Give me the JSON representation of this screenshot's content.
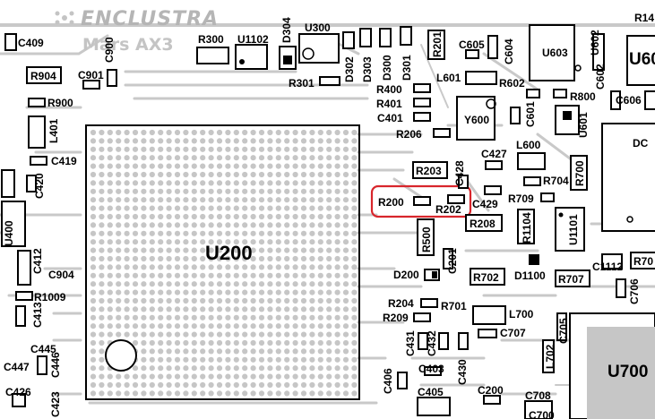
{
  "board": {
    "brand": "ENCLUSTRA",
    "module": "Mars AX3",
    "colors": {
      "background": "#ffffff",
      "silkscreen": "#000000",
      "copper": "#c6c6c6",
      "highlight": "#d8262c"
    }
  },
  "components": {
    "u200": "U200",
    "u700": "U700",
    "u1102": "U1102",
    "u300": "U300",
    "u603": "U603",
    "u602": "U602",
    "u60": "U60",
    "u601": "U601",
    "u1101": "U1101",
    "u400": "U400",
    "y600": "Y600",
    "d304": "D304",
    "d302": "D302",
    "d303": "D303",
    "d300": "D300",
    "d301": "D301",
    "d200": "D200",
    "d1100": "D1100",
    "dc": "DC",
    "l401": "L401",
    "l600": "L600",
    "l601": "L601",
    "l700": "L700",
    "l702": "L702",
    "r300": "R300",
    "r301": "R301",
    "r201": "R201",
    "r904": "R904",
    "r900": "R900",
    "r400": "R400",
    "r401": "R401",
    "r206": "R206",
    "r203": "R203",
    "r200": "R200",
    "r202": "R202",
    "r208": "R208",
    "r500": "R500",
    "r204": "R204",
    "r209": "R209",
    "r701": "R701",
    "r702": "R702",
    "r707": "R707",
    "r70": "R70",
    "r700": "R700",
    "r704": "R704",
    "r709": "R709",
    "r1104": "R1104",
    "r1009": "R1009",
    "r800": "R800",
    "r602": "R602",
    "r14": "R14",
    "c409": "C409",
    "c900": "C900",
    "c901": "C901",
    "c419": "C419",
    "c420": "C420",
    "c412": "C412",
    "c904": "C904",
    "c413": "C413",
    "c445": "C445",
    "c447": "C447",
    "c446": "C446",
    "c426": "C426",
    "c423": "C423",
    "c605": "C605",
    "c604": "C604",
    "c401": "C401",
    "c427": "C427",
    "c428": "C428",
    "c429": "C429",
    "c201": "C201",
    "c431": "C431",
    "c432": "C432",
    "c430": "C430",
    "c403": "C403",
    "c405": "C405",
    "c406": "C406",
    "c200": "C200",
    "c708": "C708",
    "c700": "C700",
    "c705": "C705",
    "c707": "C707",
    "c706": "C706",
    "c1112": "C1112",
    "c601": "C601",
    "c602": "C602",
    "c606": "C606"
  },
  "highlight": {
    "label": "R200 / R202 region"
  }
}
